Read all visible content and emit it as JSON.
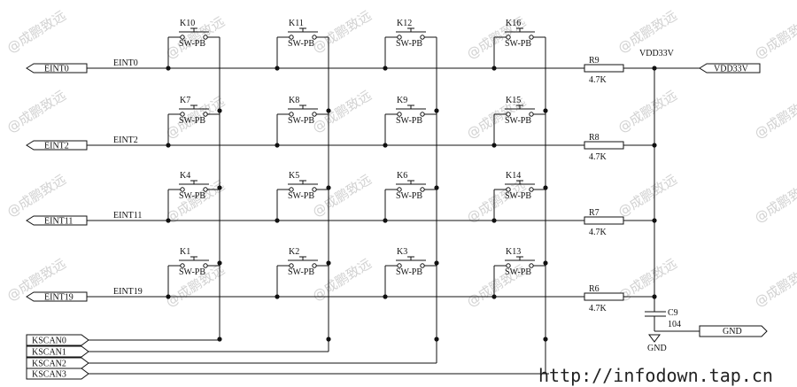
{
  "ports_left": [
    {
      "id": "EINT0",
      "label": "EINT0",
      "wire_label": "EINT0"
    },
    {
      "id": "EINT2",
      "label": "EINT2",
      "wire_label": "EINT2"
    },
    {
      "id": "EINT11",
      "label": "EINT11",
      "wire_label": "EINT11"
    },
    {
      "id": "EINT19",
      "label": "EINT19",
      "wire_label": "EINT19"
    }
  ],
  "switches": [
    [
      "K10",
      "K11",
      "K12",
      "K16"
    ],
    [
      "K7",
      "K8",
      "K9",
      "K15"
    ],
    [
      "K4",
      "K5",
      "K6",
      "K14"
    ],
    [
      "K1",
      "K2",
      "K3",
      "K13"
    ]
  ],
  "switch_type": "SW-PB",
  "resistors": [
    {
      "ref": "R9",
      "value": "4.7K"
    },
    {
      "ref": "R8",
      "value": "4.7K"
    },
    {
      "ref": "R7",
      "value": "4.7K"
    },
    {
      "ref": "R6",
      "value": "4.7K"
    }
  ],
  "capacitor": {
    "ref": "C9",
    "value": "104"
  },
  "power": {
    "net": "VDD33V",
    "port": "VDD33V"
  },
  "ground": {
    "port": "GND",
    "symbol": "GND"
  },
  "scan_ports": [
    "KSCAN0",
    "KSCAN1",
    "KSCAN2",
    "KSCAN3"
  ],
  "url": "http://infodown.tap.cn",
  "watermark": "@成鹏致远",
  "colors": {
    "wire": "#111111",
    "watermark": "#d2d2d2"
  }
}
